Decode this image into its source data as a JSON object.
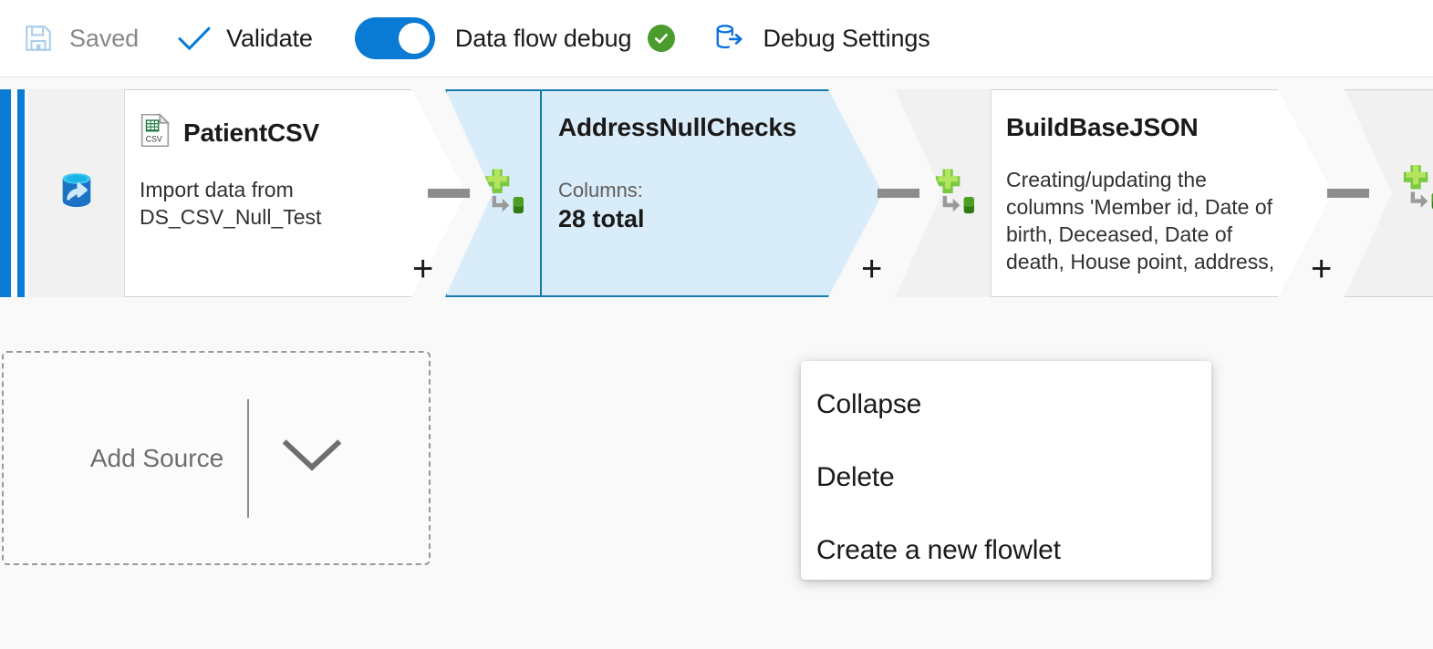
{
  "toolbar": {
    "save": {
      "label": "Saved",
      "icon": "save-floppy-icon",
      "state": "disabled"
    },
    "validate": {
      "label": "Validate",
      "icon": "checkmark-icon"
    },
    "debug_toggle": {
      "label": "Data flow debug",
      "state": "on",
      "status_icon": "green-check-circle-icon"
    },
    "debug_settings": {
      "label": "Debug Settings",
      "icon": "database-export-icon"
    }
  },
  "canvas": {
    "background": "#f9f9f9",
    "nodes": [
      {
        "id": "source",
        "title": "PatientCSV",
        "icon": "csv-file-icon",
        "gutter_icon": "source-database-icon",
        "description": "Import data from DS_CSV_Null_Test",
        "selected": false
      },
      {
        "id": "derived1",
        "title": "AddressNullChecks",
        "gutter_icon": "derived-column-icon",
        "sub_label": "Columns:",
        "sub_value": "28 total",
        "selected": true
      },
      {
        "id": "derived2",
        "title": "BuildBaseJSON",
        "gutter_icon": "derived-column-icon",
        "description": "Creating/updating the columns 'Member id, Date of birth, Deceased, Date of death, House point, address,",
        "selected": false
      },
      {
        "id": "derived3",
        "title": "",
        "gutter_icon": "derived-column-icon",
        "selected": false
      }
    ],
    "plus_glyph": "+",
    "add_source": {
      "label": "Add Source",
      "chevron_icon": "chevron-down-icon"
    }
  },
  "context_menu": {
    "items": [
      {
        "label": "Collapse"
      },
      {
        "label": "Delete"
      },
      {
        "label": "Create a new flowlet"
      }
    ]
  },
  "colors": {
    "accent": "#0a7bd4",
    "selected_node_fill": "#d9ecf9",
    "selected_node_border": "#1a7aad",
    "status_green": "#4a9c2d",
    "connector_gray": "#8d8d8d"
  }
}
